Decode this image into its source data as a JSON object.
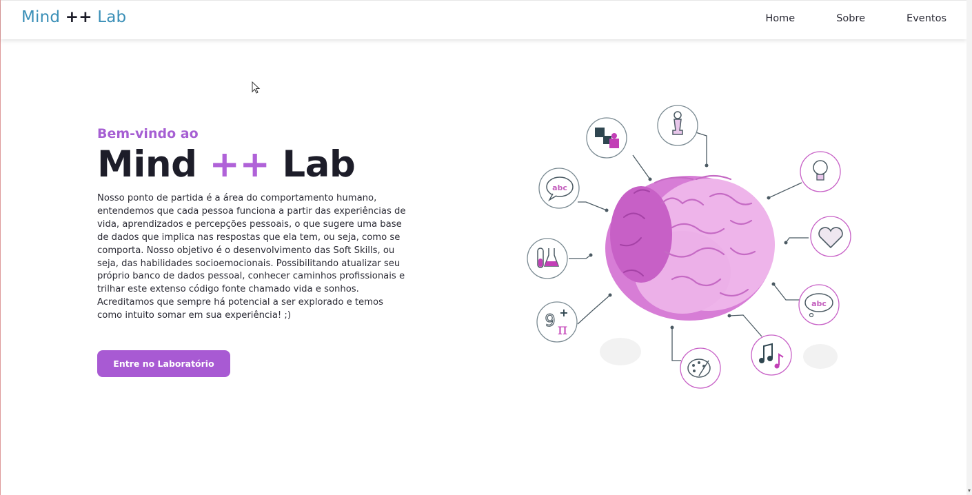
{
  "header": {
    "logo_main": "Mind",
    "logo_pp": "++",
    "logo_end": "Lab",
    "nav": [
      {
        "label": "Home"
      },
      {
        "label": "Sobre"
      },
      {
        "label": "Eventos"
      }
    ]
  },
  "hero": {
    "welcome": "Bem-vindo ao",
    "title_main": "Mind",
    "title_pp": "++",
    "title_end": "Lab",
    "description": "Nosso ponto de partida é a área do comportamento humano, entendemos que cada pessoa funciona a partir das experiências de vida, aprendizados e percepções pessoais, o que sugere uma base de dados que implica nas respostas que ela tem, ou seja, como se comporta. Nosso objetivo é o desenvolvimento das Soft Skills, ou seja, das habilidades socioemocionais. Possibilitando atualizar seu próprio banco de dados pessoal, conhecer caminhos profissionais e trilhar este extenso código fonte chamado vida e sonhos. Acreditamos que sempre há potencial a ser explorado e temos como intuito somar em sua experiência! ;)",
    "cta_label": "Entre no Laboratório"
  },
  "illustration": {
    "icons": {
      "abc_left": "abc",
      "abc_right": "abc"
    }
  },
  "colors": {
    "accent": "#a85ad3",
    "logo_blue": "#3a8fb7",
    "dark": "#1d1d29",
    "brain_pink": "#e7a6e4"
  }
}
